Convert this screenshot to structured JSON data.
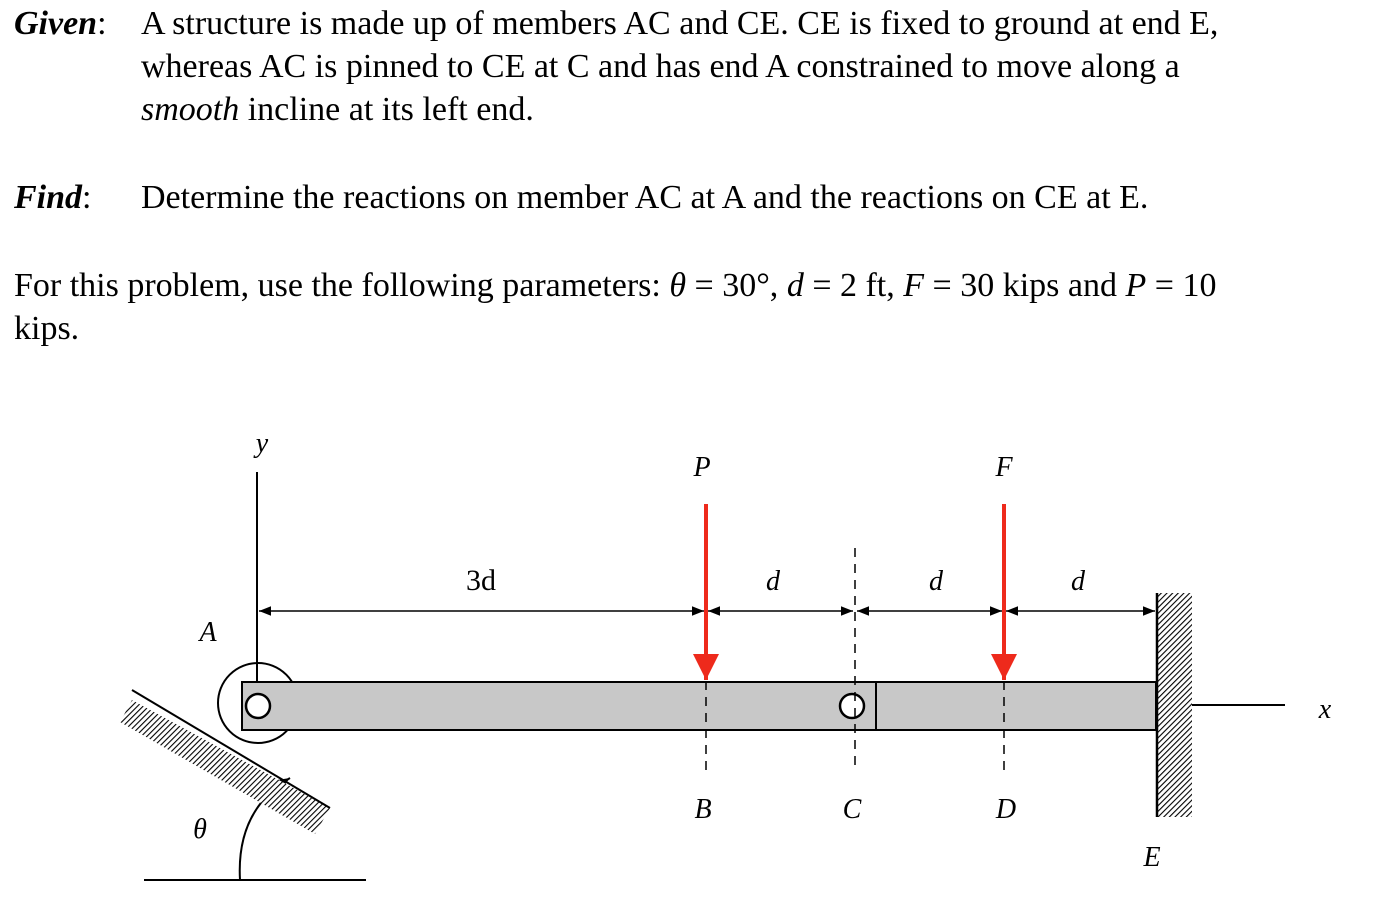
{
  "given": {
    "label": "Given",
    "colon": ":",
    "line1": "A structure is made up of members AC and CE. CE is fixed to ground at end E,",
    "line2": "whereas AC is pinned to CE at C and has end A constrained to move along a",
    "line3_italic": "smooth",
    "line3_rest": " incline at its left end."
  },
  "find": {
    "label": "Find",
    "colon": ":",
    "text": "Determine the reactions on member AC at A and the reactions on CE at E."
  },
  "params": {
    "lead": "For this problem, use the following parameters:  ",
    "theta_sym": "θ",
    "theta_val": " = 30°, ",
    "d_sym": "d",
    "d_val": " = 2 ft, ",
    "F_sym": "F",
    "F_val": " = 30 kips and ",
    "P_sym": "P",
    "P_val": " = 10",
    "line2": "kips."
  },
  "diagram": {
    "labels": {
      "y_axis": "y",
      "x_axis": "x",
      "point_a": "A",
      "point_b": "B",
      "point_c": "C",
      "point_d": "D",
      "point_e": "E",
      "angle": "θ",
      "force_p": "P",
      "force_f": "F",
      "dim_ab": "3d",
      "dim_bc": "d",
      "dim_cd": "d",
      "dim_de": "d"
    },
    "colors": {
      "force_arrow": "#ee2a1c",
      "beam_fill": "#c8c8c8",
      "line": "#000000"
    }
  }
}
